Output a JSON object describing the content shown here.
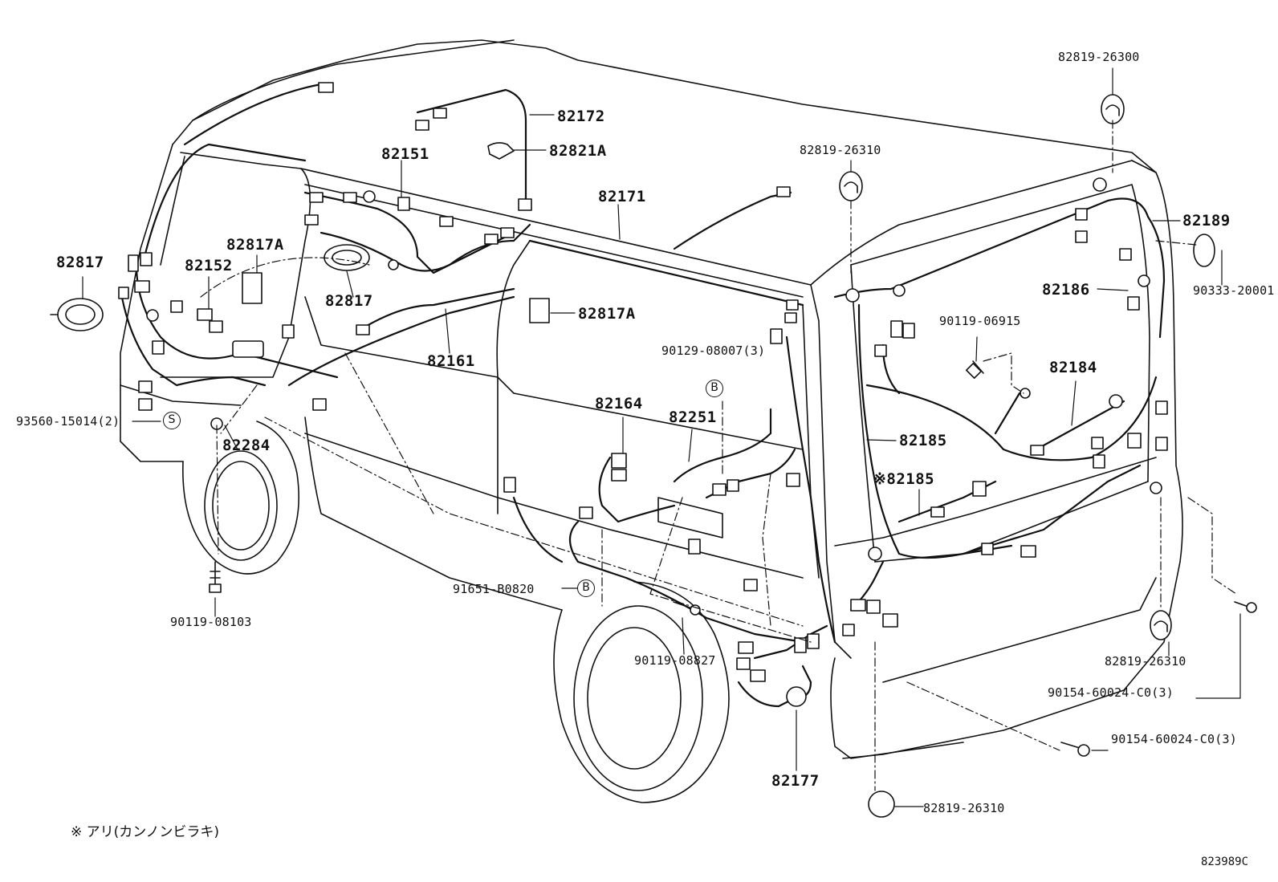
{
  "diagram_id": "823989C",
  "footnote": "※ アリ(カンノンビラキ)",
  "callout_refs": {
    "b1": "B",
    "b2": "B",
    "s1": "S"
  },
  "labels": {
    "p82817_left": "82817",
    "p82152": "82152",
    "p82817A_top": "82817A",
    "p82817_mid": "82817",
    "p82151": "82151",
    "p82172": "82172",
    "p82821A": "82821A",
    "p82171": "82171",
    "p82817A_mid": "82817A",
    "p82161": "82161",
    "p93560": "93560-15014(2)",
    "p82284": "82284",
    "p90119_08103": "90119-08103",
    "p82819_26310_top": "82819-26310",
    "p82819_26300": "82819-26300",
    "p82189": "82189",
    "p90333": "90333-20001",
    "p82186": "82186",
    "p90119_06915": "90119-06915",
    "p90129": "90129-08007(3)",
    "p82184": "82184",
    "p82164": "82164",
    "p82251": "82251",
    "p82185": "82185",
    "p82185_star": "※82185",
    "p91651": "91651-B0820",
    "p90119_08827": "90119-08827",
    "p82177": "82177",
    "p82819_26310_right": "82819-26310",
    "p90154_a": "90154-60024-C0(3)",
    "p90154_b": "90154-60024-C0(3)",
    "p82819_26310_bottom": "82819-26310"
  }
}
